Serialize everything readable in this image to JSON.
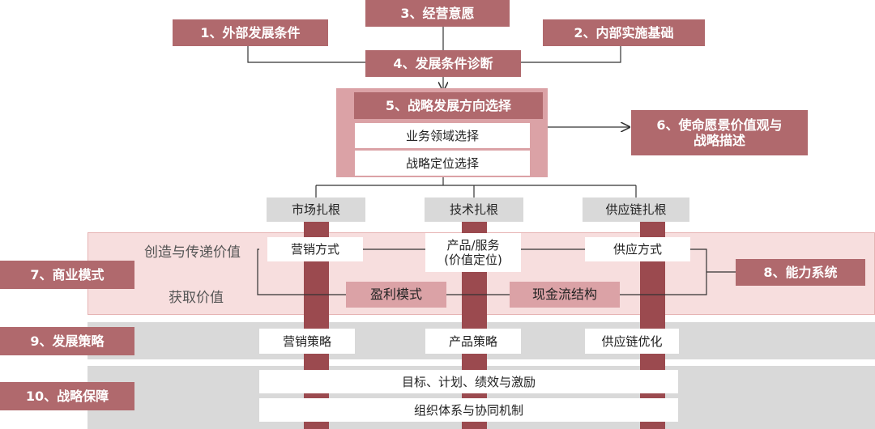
{
  "top": {
    "step1": "1、外部发展条件",
    "step2": "2、内部实施基础",
    "step3": "3、经营意愿",
    "step4": "4、发展条件诊断"
  },
  "strategy_direction": {
    "title": "5、战略发展方向选择",
    "items": [
      "业务领域选择",
      "战略定位选择"
    ]
  },
  "step6": "6、使命愿景价值观与战略描述",
  "pillars": [
    "市场扎根",
    "技术扎根",
    "供应链扎根"
  ],
  "business_model": {
    "label": "7、商业模式",
    "row_labels": [
      "创造与传递价值",
      "获取价值"
    ],
    "value_boxes": [
      "营销方式",
      "产品/服务\n(价值定位)",
      "供应方式"
    ],
    "capture_boxes": [
      "盈利模式",
      "现金流结构"
    ]
  },
  "step8": "8、能力系统",
  "development_strategy": {
    "label": "9、发展策略",
    "items": [
      "营销策略",
      "产品策略",
      "供应链优化"
    ]
  },
  "strategy_guarantee": {
    "label": "10、战略保障",
    "items": [
      "目标、计划、绩效与激励",
      "组织体系与协同机制"
    ]
  },
  "colors": {
    "dark_red": "#b0696d",
    "pillar": "#9b4a4f",
    "pink_band": "#f7dede",
    "gray_band": "#d9d9d9",
    "mid_pink": "#dba2a6"
  }
}
